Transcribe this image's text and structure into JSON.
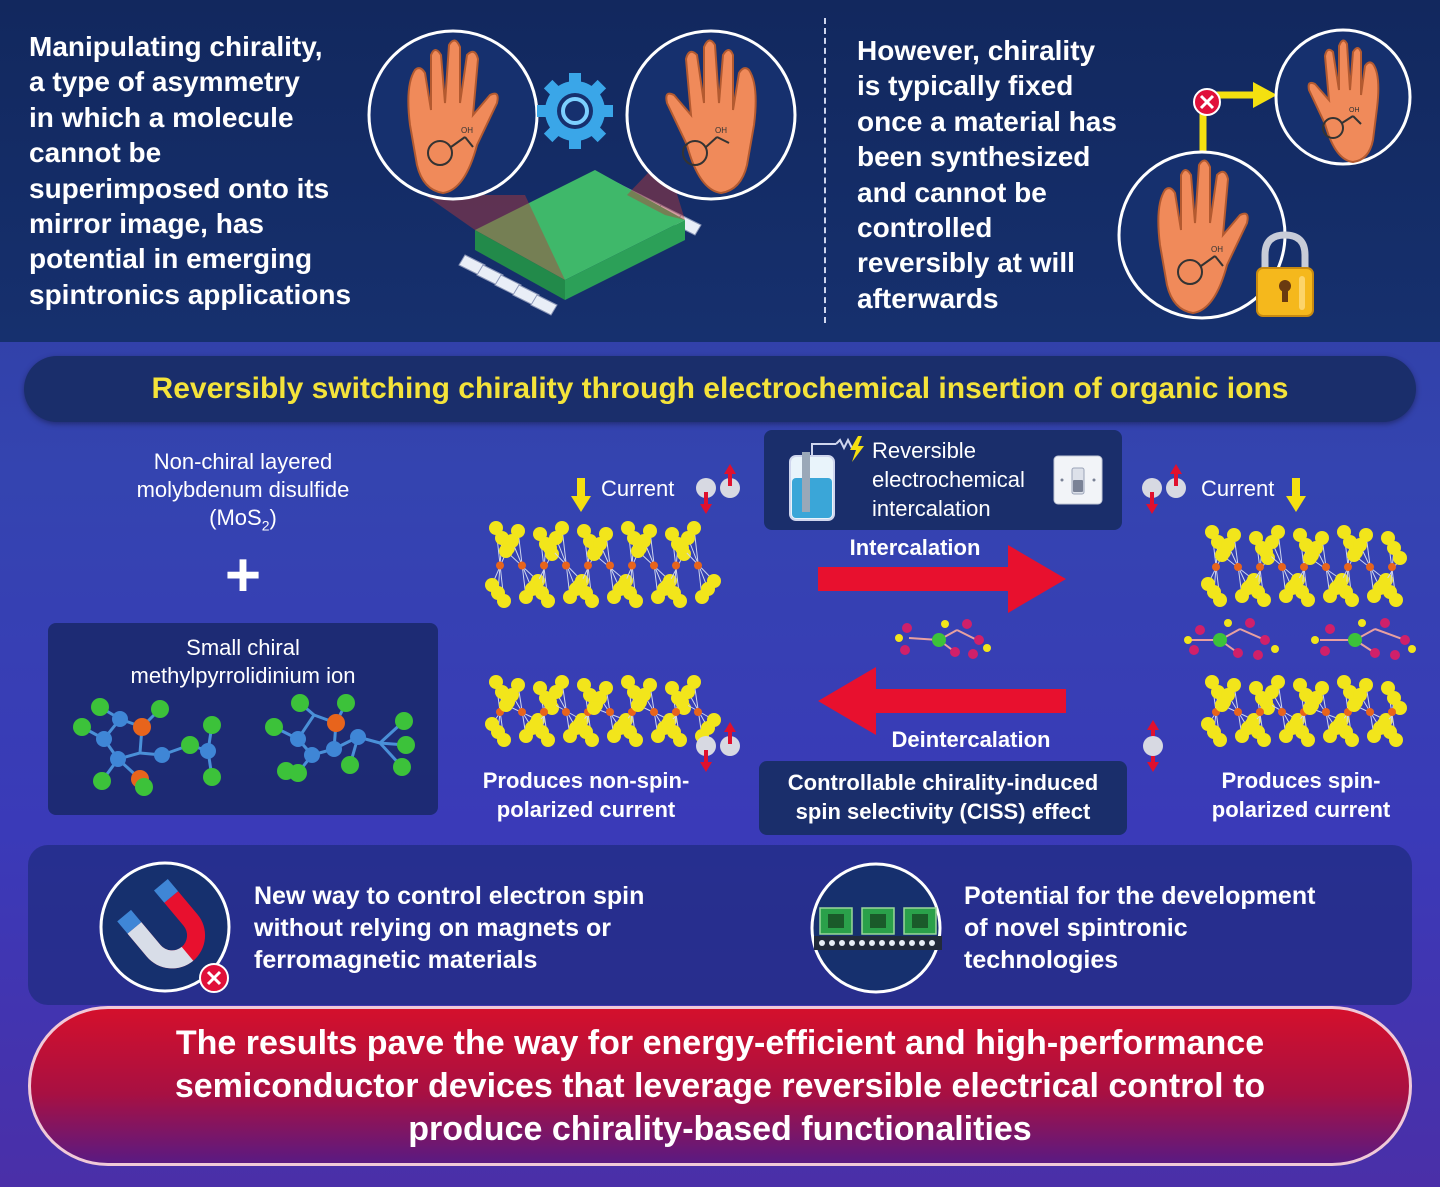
{
  "top": {
    "left_lines": [
      "Manipulating chirality,",
      "a type of asymmetry",
      "in which a molecule",
      "cannot be",
      "superimposed onto its",
      "mirror image, has",
      "potential in emerging",
      "spintronics applications"
    ],
    "right_lines": [
      "However, chirality",
      "is typically fixed",
      "once a material has",
      "been synthesized",
      "and cannot be",
      "controlled",
      "reversibly at will",
      "afterwards"
    ],
    "oh_label": "OH"
  },
  "banner": {
    "text": "Reversibly switching chirality through electrochemical insertion of organic ions"
  },
  "left_panel": {
    "mos2_line1": "Non-chiral layered",
    "mos2_line2": "molybdenum disulfide",
    "mos2_line3_pre": "(MoS",
    "mos2_line3_sub": "2",
    "mos2_line3_post": ")",
    "plus": "+",
    "ion_line1": "Small chiral",
    "ion_line2": "methylpyrrolidinium ion"
  },
  "center": {
    "current_left": "Current",
    "current_right": "Current",
    "reversible_line1": "Reversible",
    "reversible_line2": "electrochemical",
    "reversible_line3": "intercalation",
    "intercalation": "Intercalation",
    "deintercalation": "Deintercalation",
    "nonspin_line1": "Produces non-spin-",
    "nonspin_line2": "polarized current",
    "spin_line1": "Produces spin-",
    "spin_line2": "polarized current",
    "ciss_line1": "Controllable chirality-induced",
    "ciss_line2": "spin selectivity (CISS) effect"
  },
  "bottom": {
    "left_lines": [
      "New way to control electron spin",
      "without relying on magnets or",
      "ferromagnetic materials"
    ],
    "right_lines": [
      "Potential for the development",
      "of novel spintronic",
      "technologies"
    ]
  },
  "final": {
    "lines": [
      "The results pave the way for energy-efficient and high-performance",
      "semiconductor devices that leverage reversible electrical control to",
      "produce chirality-based functionalities"
    ]
  },
  "colors": {
    "banner_text": "#f4e33a",
    "arrow_red": "#e8102e",
    "sulfur_yellow": "#f2e51b",
    "molybdenum_orange": "#e8641c",
    "atom_green": "#3cc23a",
    "atom_blue": "#3f86d6",
    "skin": "#f08a5a"
  },
  "icons": [
    "hand-icon",
    "gear-icon",
    "chip-icon",
    "lock-icon",
    "cross-icon",
    "magnet-icon",
    "battery-icon",
    "switch-icon",
    "lightning-icon",
    "arrow-icon",
    "electron-icon"
  ]
}
